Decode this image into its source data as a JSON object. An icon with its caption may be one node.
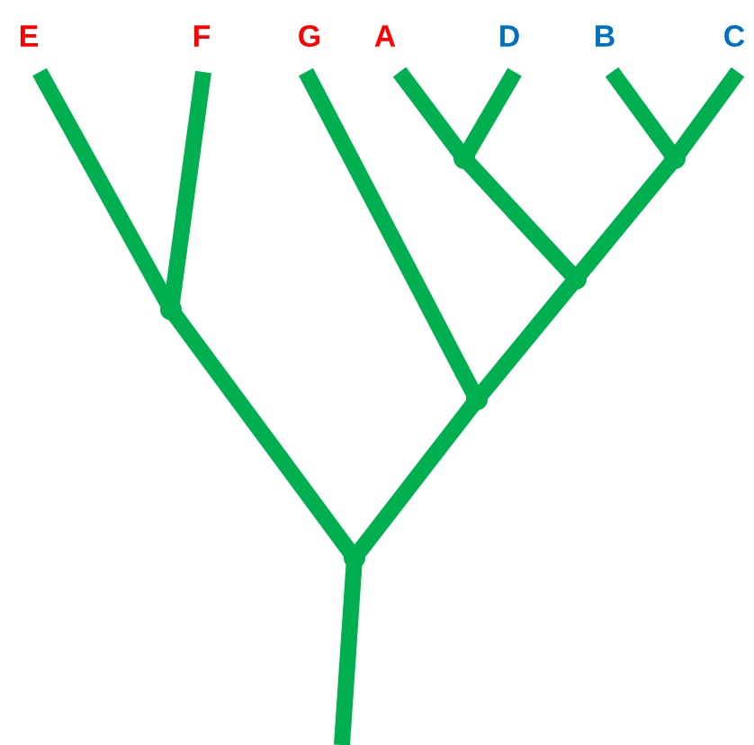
{
  "diagram": {
    "nodes": [
      {
        "text": [
          "E"
        ]
      },
      {
        "text": [
          "F"
        ]
      },
      {
        "text": [
          "G"
        ]
      },
      {
        "text": [
          "A"
        ]
      },
      {
        "text": [
          "D"
        ]
      },
      {
        "text": [
          "B"
        ]
      },
      {
        "text": [
          "C"
        ]
      },
      {
        "text": [],
        "shape": "junction"
      },
      {
        "text": [],
        "shape": "junction"
      },
      {
        "text": [],
        "shape": "junction"
      },
      {
        "text": [],
        "shape": "junction"
      },
      {
        "text": [],
        "shape": "junction"
      },
      {
        "text": [],
        "shape": "junction"
      }
    ],
    "edges": [
      {
        "from": 0,
        "to": 7,
        "arrow": "none"
      },
      {
        "from": 1,
        "to": 7,
        "arrow": "none"
      },
      {
        "from": 2,
        "to": 11,
        "arrow": "none"
      },
      {
        "from": 3,
        "to": 8,
        "arrow": "none"
      },
      {
        "from": 4,
        "to": 8,
        "arrow": "none"
      },
      {
        "from": 5,
        "to": 9,
        "arrow": "none"
      },
      {
        "from": 6,
        "to": 9,
        "arrow": "none"
      },
      {
        "from": 8,
        "to": 10,
        "arrow": "none"
      },
      {
        "from": 9,
        "to": 10,
        "arrow": "none"
      },
      {
        "from": 10,
        "to": 11,
        "arrow": "none"
      },
      {
        "from": 7,
        "to": 12,
        "arrow": "none"
      },
      {
        "from": 11,
        "to": 12,
        "arrow": "none"
      },
      {
        "from": 12,
        "to": null,
        "arrow": "none"
      }
    ]
  }
}
